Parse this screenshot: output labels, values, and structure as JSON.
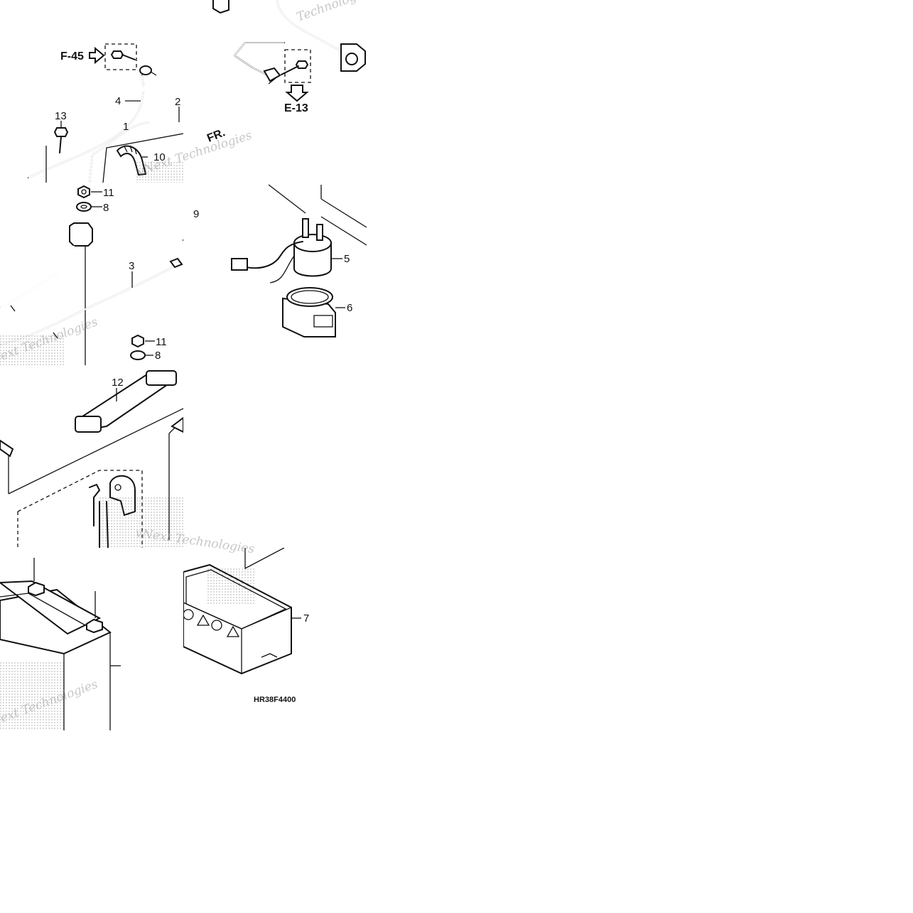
{
  "diagram": {
    "part_callouts": [
      "1",
      "2",
      "3",
      "4",
      "5",
      "6",
      "7",
      "8",
      "8",
      "9",
      "10",
      "11",
      "11",
      "12",
      "13"
    ],
    "ref_arrows": {
      "upper_left": "F-45",
      "upper_right": "E-13"
    },
    "front_label": "FR.",
    "figure_code": "HR38F4400",
    "watermarks": [
      "Technologies",
      "vNext Technologies",
      "vNext Technologies",
      "vNext Technologies",
      "vNext Technologies"
    ]
  }
}
